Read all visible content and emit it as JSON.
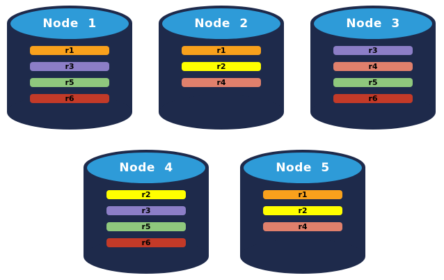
{
  "page": {
    "background": "#ffffff"
  },
  "colors": {
    "cylinder_body": "#1e2a4b",
    "cylinder_top_fill": "#2e9bd8",
    "node_label_color": "#ffffff",
    "replica_label_color": "#000000"
  },
  "replica_palette": {
    "r1": "#f9a11c",
    "r2": "#ffff00",
    "r3": "#8c7ec7",
    "r4": "#e0806c",
    "r5": "#8fc87d",
    "r6": "#c33a28"
  },
  "nodes": [
    {
      "id": "node-1",
      "label": "Node 1",
      "replicas": [
        {
          "label": "r1",
          "color": "#f9a11c"
        },
        {
          "label": "r3",
          "color": "#8c7ec7"
        },
        {
          "label": "r5",
          "color": "#8fc87d"
        },
        {
          "label": "r6",
          "color": "#c33a28"
        }
      ]
    },
    {
      "id": "node-2",
      "label": "Node 2",
      "replicas": [
        {
          "label": "r1",
          "color": "#f9a11c"
        },
        {
          "label": "r2",
          "color": "#ffff00"
        },
        {
          "label": "r4",
          "color": "#e0806c"
        }
      ]
    },
    {
      "id": "node-3",
      "label": "Node 3",
      "replicas": [
        {
          "label": "r3",
          "color": "#8c7ec7"
        },
        {
          "label": "r4",
          "color": "#e0806c"
        },
        {
          "label": "r5",
          "color": "#8fc87d"
        },
        {
          "label": "r6",
          "color": "#c33a28"
        }
      ]
    },
    {
      "id": "node-4",
      "label": "Node 4",
      "replicas": [
        {
          "label": "r2",
          "color": "#ffff00"
        },
        {
          "label": "r3",
          "color": "#8c7ec7"
        },
        {
          "label": "r5",
          "color": "#8fc87d"
        },
        {
          "label": "r6",
          "color": "#c33a28"
        }
      ]
    },
    {
      "id": "node-5",
      "label": "Node 5",
      "replicas": [
        {
          "label": "r1",
          "color": "#f9a11c"
        },
        {
          "label": "r2",
          "color": "#ffff00"
        },
        {
          "label": "r4",
          "color": "#e0806c"
        }
      ]
    }
  ]
}
